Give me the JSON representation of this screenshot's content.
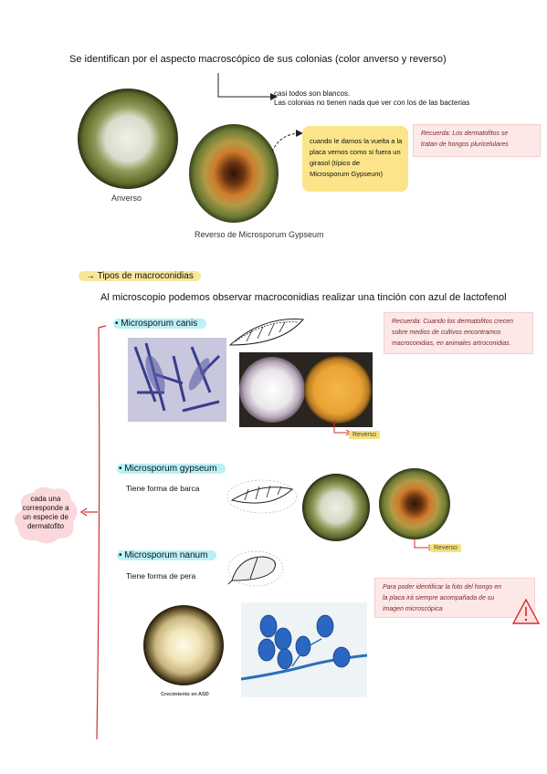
{
  "header": {
    "title": "Se identifican por el aspecto macroscópico de sus colonias (color anverso y reverso)"
  },
  "top_section": {
    "arrow_note_line1": "casi todos son blancos.",
    "arrow_note_line2": "Las colonias no tienen nada que ver con los de las bacterias",
    "anverso_label": "Anverso",
    "reverso_label": "Reverso de Microsporum Gypseum",
    "yellow_note": [
      "cuando le damos la vuelta a la",
      "placa vemos como si fuera un",
      "girasol (típico de",
      "Microsporum Gypseum)"
    ],
    "recuerda_note": [
      "Recuerda: Los dermatofitos se",
      "tratan de hongos pluricelulares"
    ]
  },
  "macroconidias": {
    "heading": "→ Tipos de macroconidias",
    "intro": "Al microscopio podemos observar macroconidias realizar una tinción con azul de lactofenol",
    "bracket_note": [
      "cada una",
      "corresponde a",
      "un especie de",
      "dermatofito"
    ],
    "species": [
      {
        "name": "• Microsporum canis",
        "shape": "",
        "reverso": "Reverso"
      },
      {
        "name": "• Microsporum gypseum",
        "shape": "Tiene forma de barca",
        "reverso": "Reverso"
      },
      {
        "name": "• Microsporum nanum",
        "shape": "Tiene forma de pera",
        "reverso": ""
      }
    ],
    "recuerda_note2": [
      "Recuerda: Cuando los dermatofitos crecen",
      "sobre medios de cultivos encontramos",
      "macroconidias, en animales artroconidias."
    ],
    "warning_note": [
      "Para poder identificar la foto del hongo en",
      "la placa irá siempre acompañada de su",
      "imagen microscópica"
    ],
    "growth_caption": "Crecimiento en ASD"
  },
  "colors": {
    "red_line": "#d0312d",
    "cyan_highlight": "#b9f1f6",
    "yellow_highlight": "#f7e79a",
    "pink_note": "#fde8e8"
  }
}
